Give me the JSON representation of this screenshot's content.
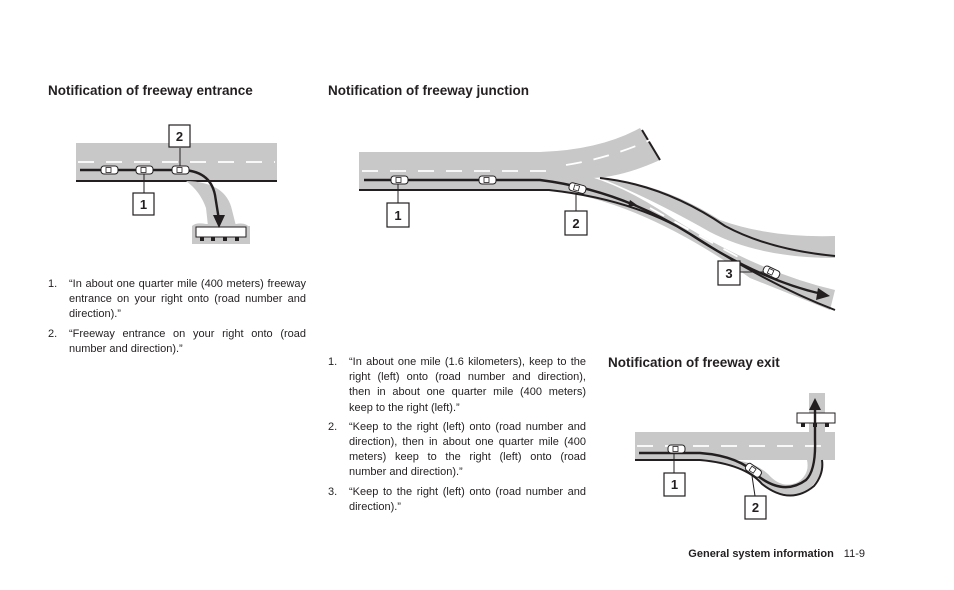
{
  "sections": {
    "entrance": {
      "title": "Notification of freeway entrance",
      "callouts": [
        "1",
        "2"
      ],
      "items": [
        {
          "num": "1.",
          "text": "“In about one quarter mile (400 meters) freeway entrance on your right onto (road number and direction).”"
        },
        {
          "num": "2.",
          "text": "“Freeway entrance on your right onto (road number and direction).”"
        }
      ]
    },
    "junction": {
      "title": "Notification of freeway junction",
      "callouts": [
        "1",
        "2",
        "3"
      ],
      "items": [
        {
          "num": "1.",
          "text": "“In about one mile (1.6 kilometers), keep to the right (left) onto (road number and direction), then in about one quarter mile (400 meters) keep to the right (left).”"
        },
        {
          "num": "2.",
          "text": "“Keep to the right (left) onto (road number and direction), then in about one quarter mile (400 meters) keep to the right (left) onto (road number and direction).”"
        },
        {
          "num": "3.",
          "text": "“Keep to the right (left) onto (road number and direction).”"
        }
      ]
    },
    "exit": {
      "title": "Notification of freeway exit",
      "callouts": [
        "1",
        "2"
      ]
    }
  },
  "footer": {
    "section": "General system information",
    "page": "11-9"
  },
  "colors": {
    "road": "#c8c8c8",
    "ink": "#231f20",
    "background": "#ffffff"
  }
}
